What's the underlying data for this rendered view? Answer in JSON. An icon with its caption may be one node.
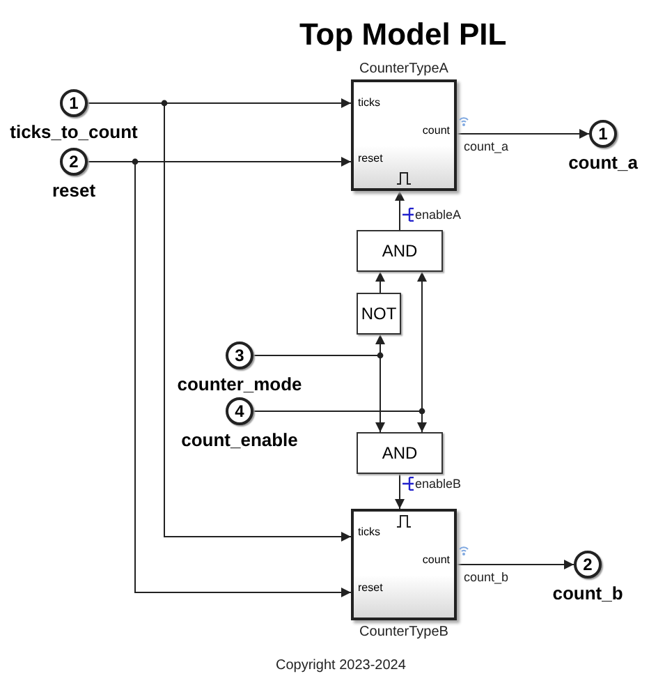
{
  "diagram": {
    "title": "Top Model PIL",
    "nodes": [
      {
        "text": [
          "1"
        ],
        "beside": [
          "ticks_to_count"
        ]
      },
      {
        "text": [
          "2"
        ],
        "beside": [
          "reset"
        ]
      },
      {
        "text": [
          "CounterTypeA",
          "ticks",
          "count",
          "reset"
        ]
      },
      {
        "text": [
          "1"
        ],
        "beside": [
          "count_a"
        ]
      },
      {
        "text": [
          "AND"
        ]
      },
      {
        "text": [
          "NOT"
        ]
      },
      {
        "text": [
          "3"
        ],
        "beside": [
          "counter_mode"
        ]
      },
      {
        "text": [
          "4"
        ],
        "beside": [
          "count_enable"
        ]
      },
      {
        "text": [
          "AND"
        ]
      },
      {
        "text": [
          "ticks",
          "count",
          "reset",
          "CounterTypeB"
        ]
      },
      {
        "text": [
          "2"
        ],
        "beside": [
          "count_b"
        ]
      }
    ],
    "edges": [
      {
        "from": 0,
        "to": 2,
        "arrow": "to"
      },
      {
        "from": 0,
        "to": 9,
        "arrow": "to"
      },
      {
        "from": 1,
        "to": 2,
        "arrow": "to"
      },
      {
        "from": 1,
        "to": 9,
        "arrow": "to"
      },
      {
        "from": 2,
        "to": 3,
        "arrow": "to",
        "label": "count_a"
      },
      {
        "from": 4,
        "to": 2,
        "arrow": "to",
        "label": "enableA"
      },
      {
        "from": 5,
        "to": 4,
        "arrow": "to"
      },
      {
        "from": 6,
        "to": 5,
        "arrow": "to"
      },
      {
        "from": 6,
        "to": 8,
        "arrow": "to"
      },
      {
        "from": 7,
        "to": 4,
        "arrow": "to"
      },
      {
        "from": 7,
        "to": 8,
        "arrow": "to"
      },
      {
        "from": 8,
        "to": 9,
        "arrow": "to",
        "label": "enableB"
      },
      {
        "from": 9,
        "to": 10,
        "arrow": "to",
        "label": "count_b"
      }
    ],
    "labels": [
      "Copyright 2023-2024"
    ]
  }
}
